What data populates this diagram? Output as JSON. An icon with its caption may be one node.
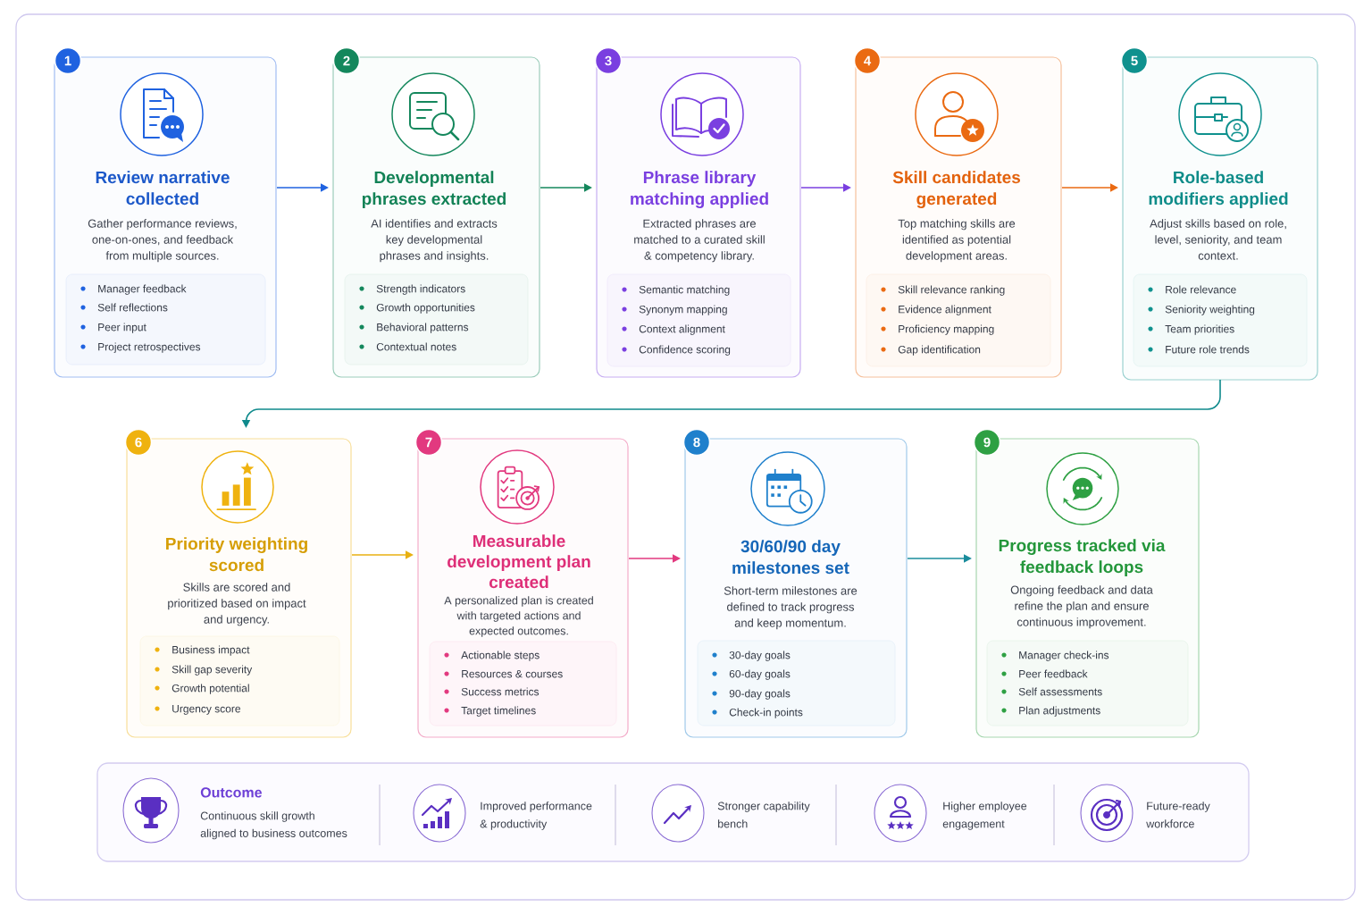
{
  "diagram": {
    "nodes": [
      {
        "text": [
          "1"
        ]
      },
      {
        "text": [
          "Review narrative collected",
          "Gather performance reviews, one-on-ones, and feedback from multiple sources."
        ]
      },
      {
        "text": [
          "Manager feedback",
          "Self reflections",
          "Peer input",
          "Project retrospectives"
        ],
        "in": 1
      },
      {
        "text": [
          "2"
        ]
      },
      {
        "text": [
          "Developmental phrases extracted",
          "AI identifies and extracts key developmental phrases and insights."
        ]
      },
      {
        "text": [
          "Strength indicators",
          "Growth opportunities",
          "Behavioral patterns",
          "Contextual notes"
        ],
        "in": 4
      },
      {
        "text": [
          "3"
        ]
      },
      {
        "text": [
          "Phrase library matching applied",
          "Extracted phrases are matched to a curated skill & competency library."
        ]
      },
      {
        "text": [
          "Semantic matching",
          "Synonym mapping",
          "Context alignment",
          "Confidence scoring"
        ],
        "in": 7
      },
      {
        "text": [
          "4"
        ]
      },
      {
        "text": [
          "Skill candidates generated",
          "Top matching skills are identified as potential development areas."
        ]
      },
      {
        "text": [
          "Skill relevance ranking",
          "Evidence alignment",
          "Proficiency mapping",
          "Gap identification"
        ],
        "in": 10
      },
      {
        "text": [
          "5"
        ]
      },
      {
        "text": [
          "Role-based modifiers applied",
          "Adjust skills based on role, level, seniority, and team context."
        ]
      },
      {
        "text": [
          "Role relevance",
          "Seniority weighting",
          "Team priorities",
          "Future role trends"
        ],
        "in": 13
      },
      {
        "text": [
          "6"
        ]
      },
      {
        "text": [
          "Priority weighting scored",
          "Skills are scored and prioritized based on impact and urgency."
        ]
      },
      {
        "text": [
          "Business impact",
          "Skill gap severity",
          "Growth potential",
          "Urgency score"
        ],
        "in": 16
      },
      {
        "text": [
          "7"
        ]
      },
      {
        "text": [
          "Measurable development plan created",
          "A personalized plan is created with targeted actions and expected outcomes."
        ]
      },
      {
        "text": [
          "Actionable steps",
          "Resources & courses",
          "Success metrics",
          "Target timelines"
        ],
        "in": 19
      },
      {
        "text": [
          "8"
        ]
      },
      {
        "text": [
          "30/60/90 day milestones set",
          "Short-term milestones are defined to track progress and keep momentum."
        ]
      },
      {
        "text": [
          "30-day goals",
          "60-day goals",
          "90-day goals",
          "Check-in points"
        ],
        "in": 22
      },
      {
        "text": [
          "9"
        ]
      },
      {
        "text": [
          "Progress tracked via feedback loops",
          "Ongoing feedback and data refine the plan and ensure continuous improvement."
        ]
      },
      {
        "text": [
          "Manager check-ins",
          "Peer feedback",
          "Self assessments",
          "Plan adjustments"
        ],
        "in": 25
      },
      {
        "text": [
          "Outcome",
          "Continuous skill growth aligned to business outcomes",
          "Improved performance & productivity",
          "Stronger capability bench",
          "Higher employee engagement",
          "Future-ready workforce"
        ]
      }
    ],
    "edges": [
      {
        "from": 1,
        "to": 4,
        "arrow": "to",
        "color": "#1f62e0"
      },
      {
        "from": 4,
        "to": 7,
        "arrow": "to",
        "color": "#14875c"
      },
      {
        "from": 7,
        "to": 10,
        "arrow": "to",
        "color": "#7a3fe0"
      },
      {
        "from": 10,
        "to": 13,
        "arrow": "to",
        "color": "#ea6a12"
      },
      {
        "from": 13,
        "to": 16,
        "arrow": "to",
        "color": "#0f8a8c"
      },
      {
        "from": 16,
        "to": 19,
        "arrow": "to",
        "color": "#e8b010"
      },
      {
        "from": 19,
        "to": 22,
        "arrow": "to",
        "color": "#e2397f"
      },
      {
        "from": 22,
        "to": 25,
        "arrow": "to",
        "color": "#1a8c9c"
      }
    ]
  }
}
